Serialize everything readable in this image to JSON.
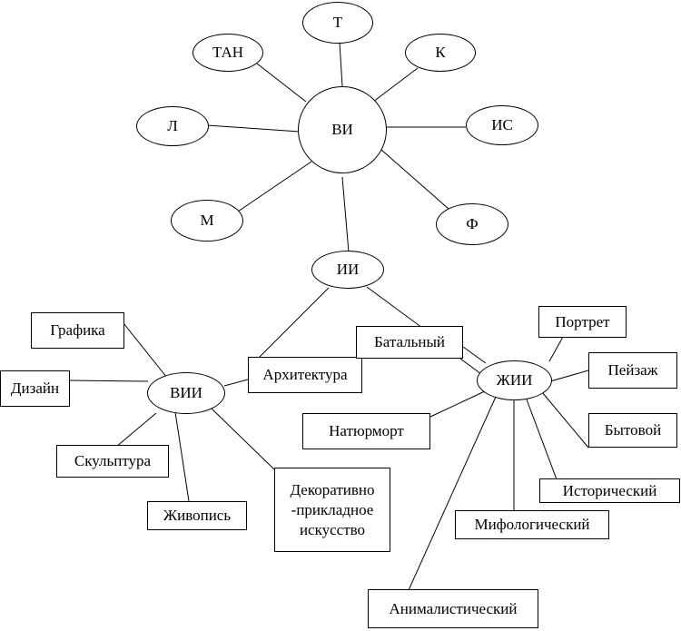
{
  "nodes": {
    "t": "Т",
    "tan": "ТАН",
    "k": "К",
    "l": "Л",
    "vi": "ВИ",
    "is": "ИС",
    "m": "М",
    "f": "Ф",
    "ii": "ИИ",
    "grafika": "Графика",
    "dizain": "Дизайн",
    "vii": "ВИИ",
    "arhitektura": "Архитектура",
    "batalny": "Батальный",
    "zhii": "ЖИИ",
    "portret": "Портрет",
    "peizazh": "Пейзаж",
    "natyurmort": "Натюрморт",
    "bytovoi": "Бытовой",
    "skulptura": "Скульптура",
    "istoricheskiy": "Исторический",
    "zhivopis": "Живопись",
    "dpi_line1": "Декоративно",
    "dpi_line2": "-прикладное",
    "dpi_line3": "искусство",
    "mifologicheskiy": "Мифологический",
    "animalisticheskiy": "Анималистический"
  }
}
